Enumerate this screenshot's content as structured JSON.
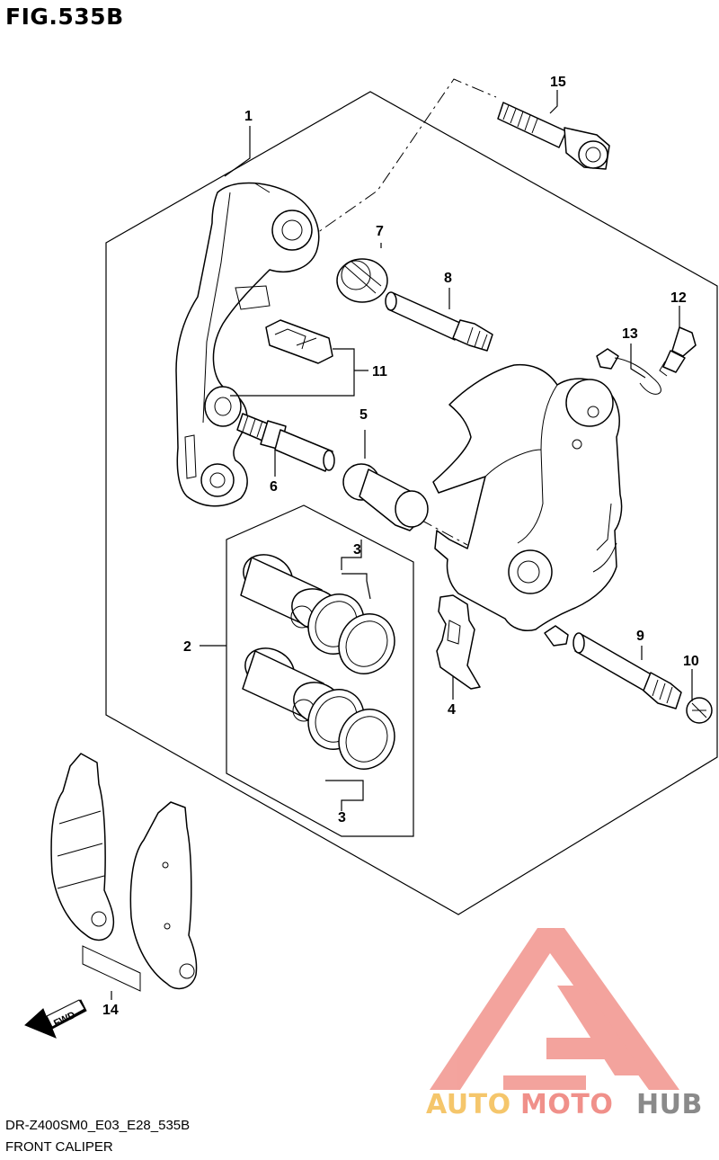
{
  "figure": {
    "title": "FIG.535B",
    "code": "DR-Z400SM0_E03_E28_535B",
    "name": "FRONT CALIPER"
  },
  "callouts": [
    {
      "id": "c1",
      "label": "1"
    },
    {
      "id": "c2",
      "label": "2"
    },
    {
      "id": "c3a",
      "label": "3"
    },
    {
      "id": "c3b",
      "label": "3"
    },
    {
      "id": "c4",
      "label": "4"
    },
    {
      "id": "c5",
      "label": "5"
    },
    {
      "id": "c6",
      "label": "6"
    },
    {
      "id": "c7",
      "label": "7"
    },
    {
      "id": "c8",
      "label": "8"
    },
    {
      "id": "c9",
      "label": "9"
    },
    {
      "id": "c10",
      "label": "10"
    },
    {
      "id": "c11",
      "label": "11"
    },
    {
      "id": "c12",
      "label": "12"
    },
    {
      "id": "c13",
      "label": "13"
    },
    {
      "id": "c14",
      "label": "14"
    },
    {
      "id": "c15",
      "label": "15"
    }
  ],
  "fwd_arrow": {
    "label": "FWD"
  },
  "watermark": {
    "part1": "AUTO",
    "part2": "MOTO",
    "part3": "HUB",
    "colors": {
      "auto": "#f5c66b",
      "moto": "#f0908a",
      "hub": "#8a8a8a",
      "logo": "#f29a93"
    }
  }
}
